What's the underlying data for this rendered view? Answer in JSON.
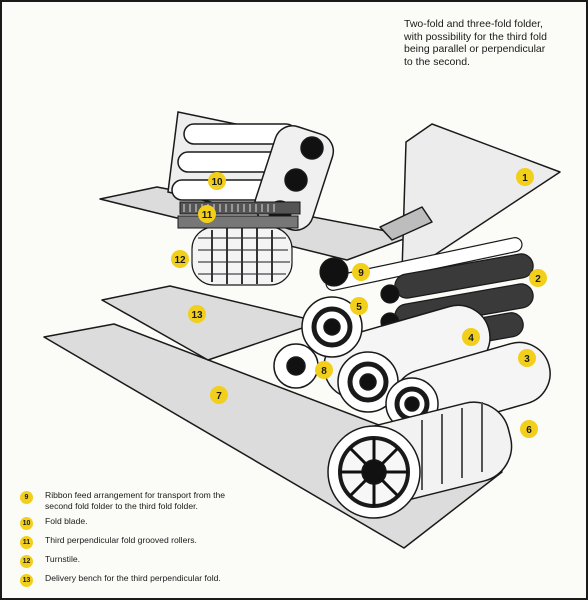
{
  "caption": [
    "Two-fold and three-fold folder,",
    "with possibility for the third fold",
    "being parallel or perpendicular",
    "to the second."
  ],
  "callouts": [
    "1",
    "2",
    "3",
    "4",
    "5",
    "6",
    "7",
    "8",
    "9",
    "10",
    "11",
    "12",
    "13"
  ],
  "legend": [
    {
      "num": "9",
      "text": "Ribbon feed arrangement for transport from the second fold folder to the third fold folder."
    },
    {
      "num": "10",
      "text": "Fold blade."
    },
    {
      "num": "11",
      "text": "Third perpendicular fold grooved rollers."
    },
    {
      "num": "12",
      "text": "Turnstile."
    },
    {
      "num": "13",
      "text": "Delivery bench for the third perpendicular fold."
    }
  ],
  "colors": {
    "callout": "#f2cf1a",
    "ink": "#1a1a1a",
    "plate": "#dcdcdc"
  }
}
